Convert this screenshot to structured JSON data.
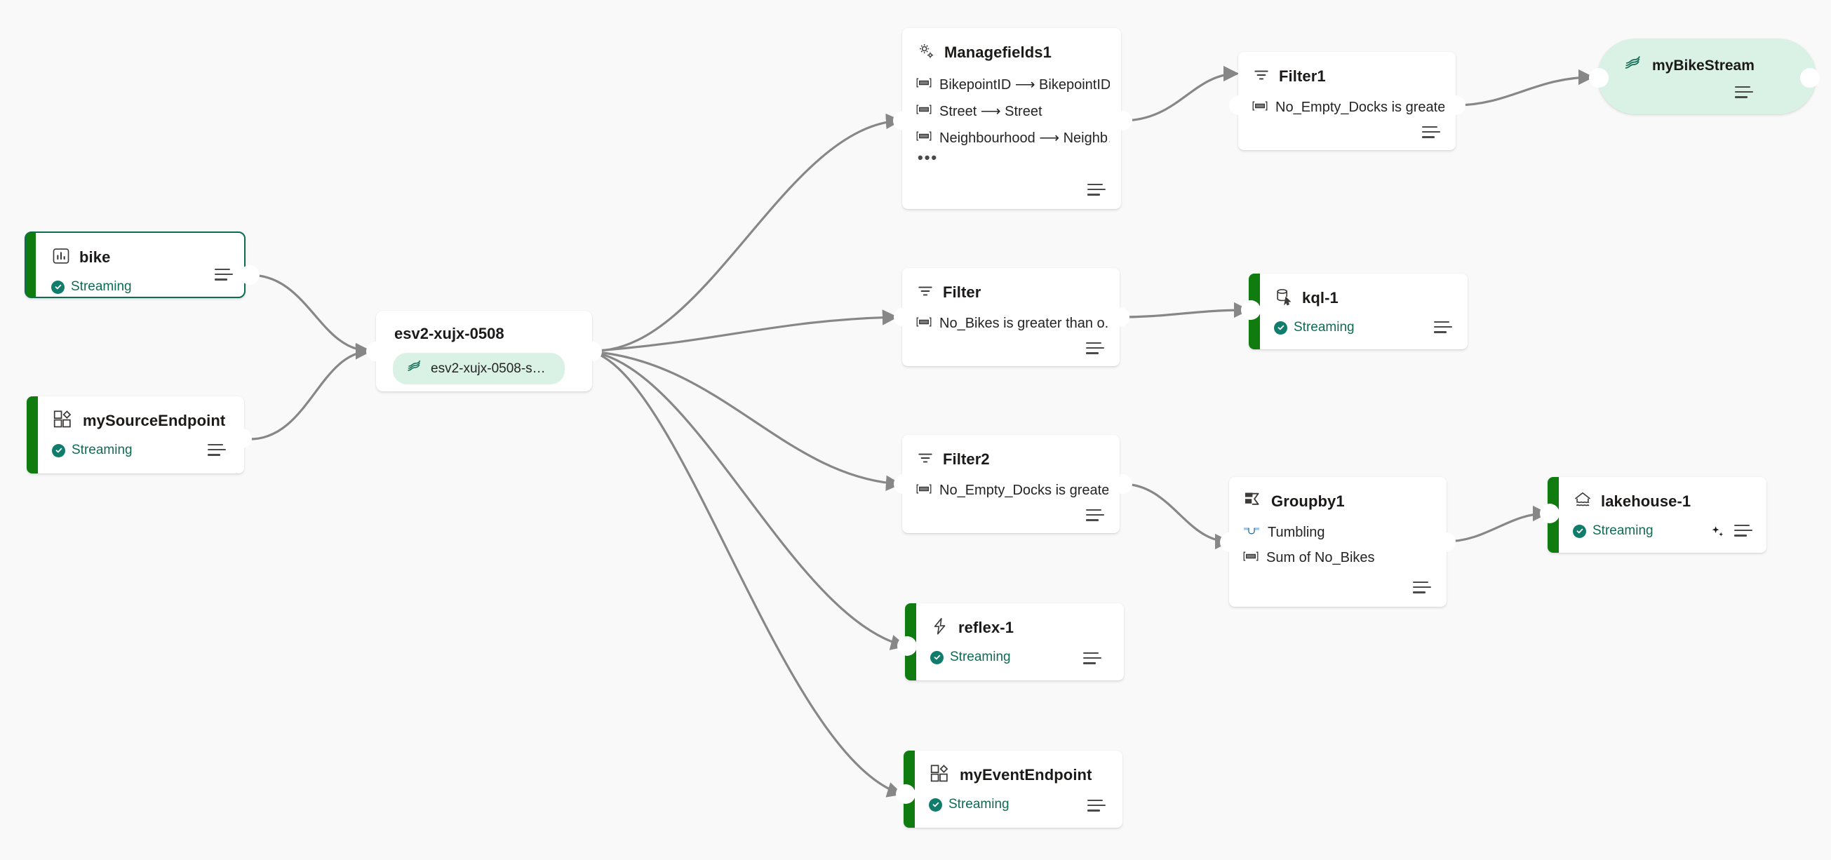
{
  "canvas": {
    "background": "#f9f9f9",
    "accent_green": "#107c10",
    "port_color": "#0f6b53",
    "edge_color": "#878787",
    "stream_pill_bg": "#daf2e6"
  },
  "nodes": {
    "bike": {
      "title": "bike",
      "status": "Streaming",
      "icon": "bar-chart-icon",
      "selected": true
    },
    "my_source_endpoint": {
      "title": "mySourceEndpoint",
      "status": "Streaming",
      "icon": "custom-endpoint-icon"
    },
    "eventstream": {
      "title": "esv2-xujx-0508",
      "pill_label": "esv2-xujx-0508-str...",
      "icon": "eventstream-icon"
    },
    "managefields1": {
      "title": "Managefields1",
      "icon": "manage-fields-icon",
      "fields": [
        "BikepointID ⟶ BikepointID",
        "Street ⟶ Street",
        "Neighbourhood ⟶ Neighb…"
      ],
      "overflow": "•••"
    },
    "filter1": {
      "title": "Filter1",
      "icon": "filter-icon",
      "condition": "No_Empty_Docks is greate..."
    },
    "my_bike_stream": {
      "title": "myBikeStream",
      "icon": "eventstream-icon"
    },
    "filter": {
      "title": "Filter",
      "icon": "filter-icon",
      "condition": "No_Bikes is greater than o..."
    },
    "kql1": {
      "title": "kql-1",
      "status": "Streaming",
      "icon": "kql-database-icon"
    },
    "filter2": {
      "title": "Filter2",
      "icon": "filter-icon",
      "condition": "No_Empty_Docks is greate..."
    },
    "groupby1": {
      "title": "Groupby1",
      "icon": "group-by-icon",
      "window": "Tumbling",
      "aggregate": "Sum of No_Bikes"
    },
    "lakehouse1": {
      "title": "lakehouse-1",
      "status": "Streaming",
      "icon": "lakehouse-icon",
      "has_sparkle": true
    },
    "reflex1": {
      "title": "reflex-1",
      "status": "Streaming",
      "icon": "reflex-bolt-icon"
    },
    "my_event_endpoint": {
      "title": "myEventEndpoint",
      "status": "Streaming",
      "icon": "custom-endpoint-icon"
    }
  }
}
